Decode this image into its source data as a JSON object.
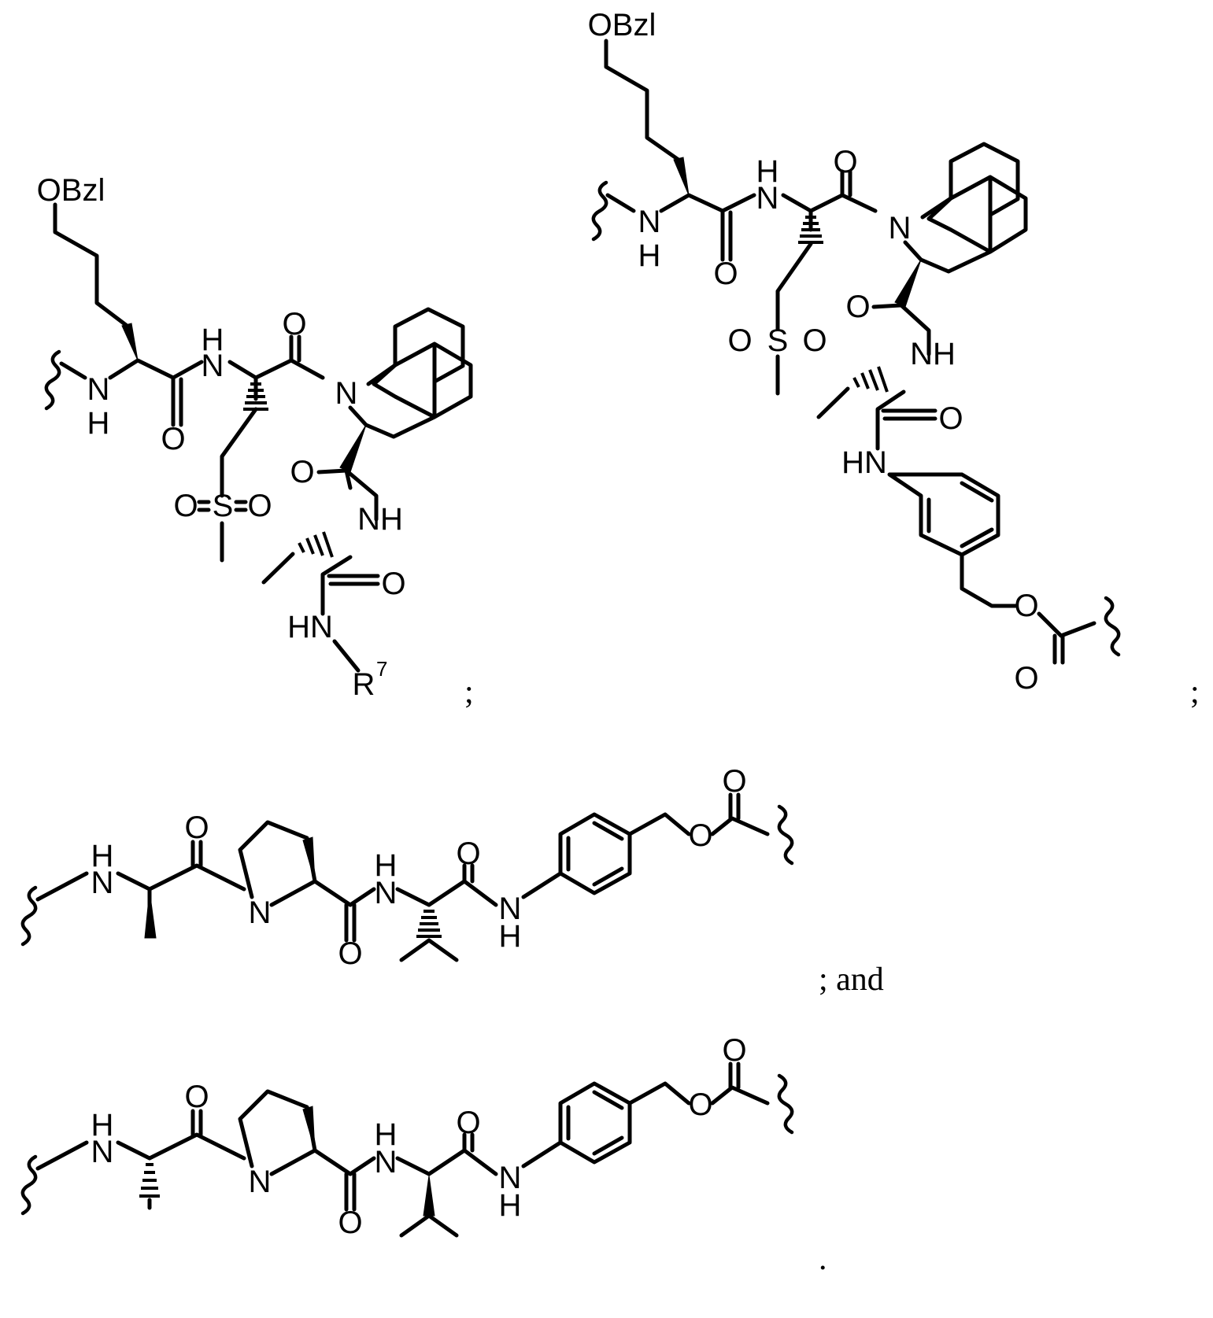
{
  "labels": {
    "obzl": "OBzl",
    "o": "O",
    "n": "N",
    "nh": "NH",
    "hn": "HN",
    "h": "H",
    "s": "S",
    "r": "R",
    "r_sup": "7"
  },
  "separators": {
    "semicolon": ";",
    "semicolon_and": "; and",
    "period": "."
  }
}
